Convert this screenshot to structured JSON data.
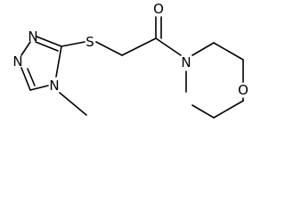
{
  "molecule": {
    "atoms": {
      "n1": "N",
      "n2": "N",
      "n4": "N",
      "sulfur": "S",
      "oxygen_carbonyl": "O",
      "n_morpholine": "N",
      "o_morpholine": "O"
    },
    "substituent_labels": {
      "methyl": ""
    }
  }
}
